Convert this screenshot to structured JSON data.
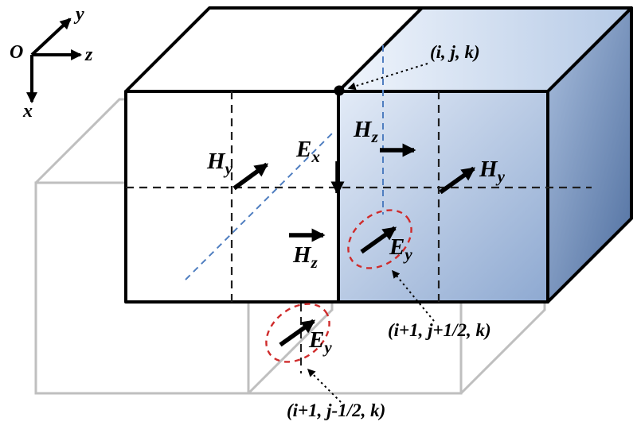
{
  "axes": {
    "origin": "O",
    "y": "y",
    "z": "z",
    "x": "x"
  },
  "fields": {
    "hy_left": {
      "base": "H",
      "sub": "y"
    },
    "ex": {
      "base": "E",
      "sub": "x"
    },
    "hz_top": {
      "base": "H",
      "sub": "z"
    },
    "hy_right": {
      "base": "H",
      "sub": "y"
    },
    "hz_mid": {
      "base": "H",
      "sub": "z"
    },
    "ey_upper": {
      "base": "E",
      "sub": "y"
    },
    "ey_lower": {
      "base": "E",
      "sub": "y"
    }
  },
  "annotations": {
    "node_label": "(i, j, k)",
    "ey_upper_label": "(i+1, j+1/2, k)",
    "ey_lower_label": "(i+1, j-1/2, k)"
  },
  "colors": {
    "cube_edge": "#000000",
    "dual_grid": "#bfbfbf",
    "guide_dark": "#1f1f1f",
    "guide_blue": "#4f7ec0",
    "highlight_red": "#cf2b2b",
    "top_light": "#f0f5fc",
    "top_dark": "#b6cae6",
    "front_light": "#e3ebf7",
    "front_dark": "#8ea9d1",
    "side_light": "#a9bedd",
    "side_dark": "#4e6e9f",
    "node_dot": "#000000"
  }
}
